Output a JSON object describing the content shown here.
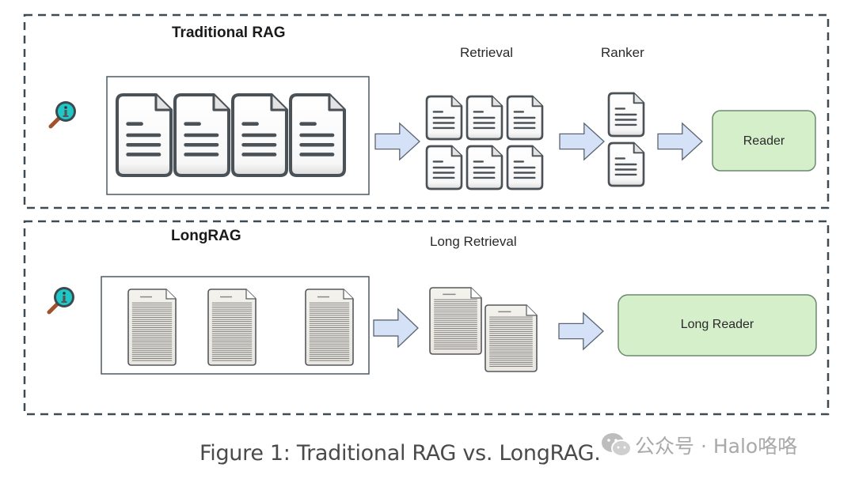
{
  "figure": {
    "caption": "Figure 1: Traditional RAG vs. LongRAG.",
    "watermark": "公众号 · Halo咯咯"
  },
  "colors": {
    "dash_border": "#3f4a52",
    "arrow_fill": "#d4e1f7",
    "arrow_stroke": "#5a6570",
    "reader_fill": "#d5efcb",
    "reader_stroke": "#6d8a70",
    "doc_stroke": "#4b5257",
    "query_lens": "#20c7c7",
    "query_handle": "#a0522d"
  },
  "panels": [
    {
      "title": "Traditional RAG",
      "icon": "search-query-icon",
      "corpus_doc_count": 4,
      "stages": [
        {
          "label": "Retrieval",
          "doc_count": 6,
          "layout": "grid-3x2"
        },
        {
          "label": "Ranker",
          "doc_count": 2,
          "layout": "stack"
        }
      ],
      "reader_label": "Reader"
    },
    {
      "title": "LongRAG",
      "icon": "search-query-icon",
      "corpus_doc_count": 3,
      "stages": [
        {
          "label": "Long Retrieval",
          "doc_count": 2,
          "layout": "overlap"
        }
      ],
      "reader_label": "Long Reader"
    }
  ]
}
